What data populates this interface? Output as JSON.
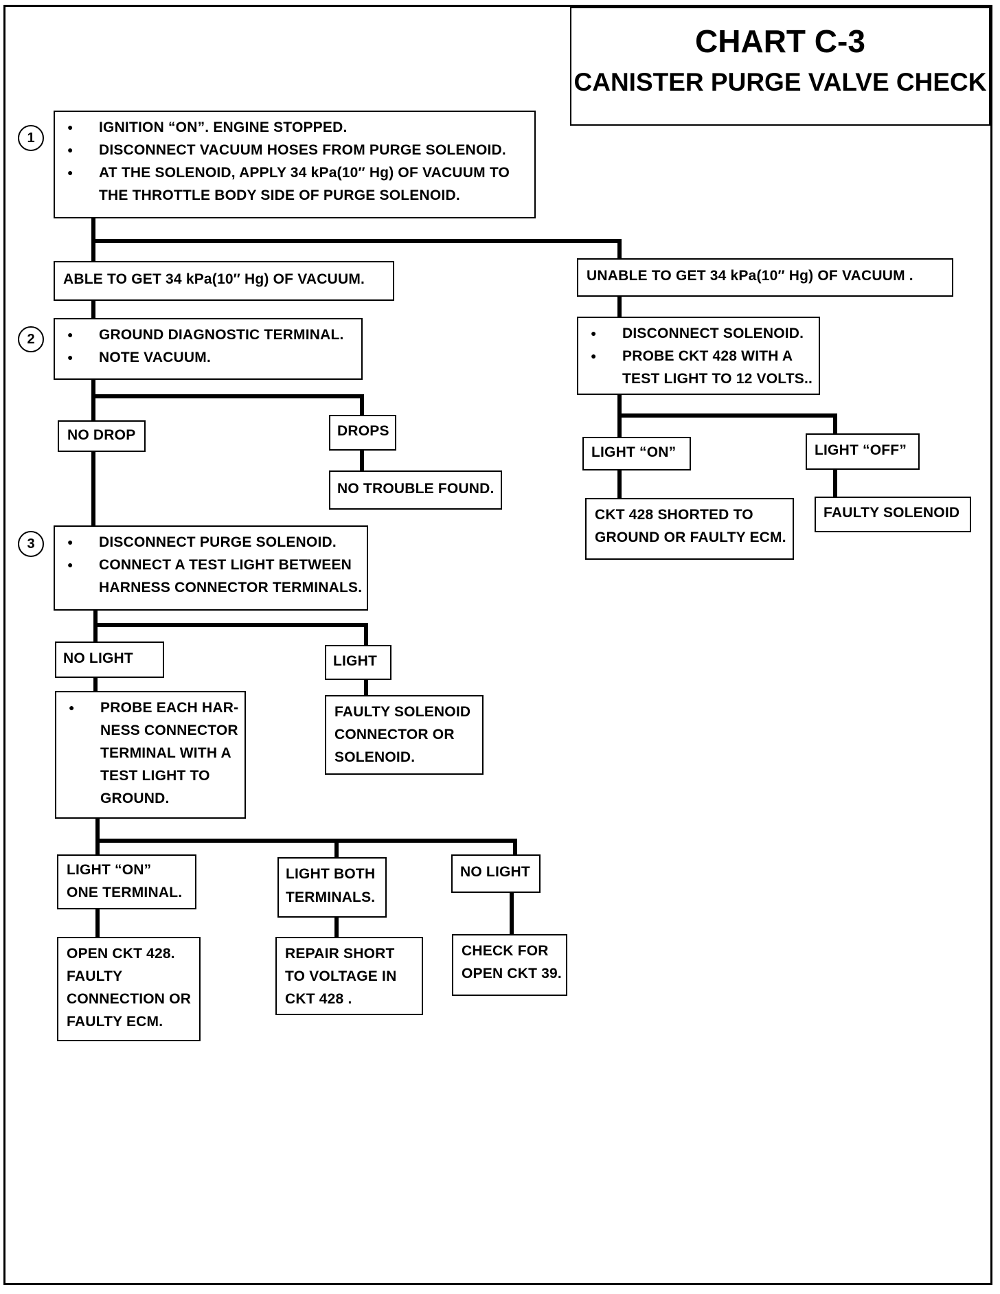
{
  "title": "CHART C-3",
  "subtitle": "CANISTER PURGE VALVE CHECK",
  "steps": [
    "1",
    "2",
    "3"
  ],
  "step1": [
    "IGNITION “ON”.  ENGINE STOPPED.",
    "DISCONNECT  VACUUM HOSES FROM PURGE  SOLENOID.",
    "AT THE SOLENOID,  APPLY 34 kPa(10″ Hg) OF VACUUM TO",
    "THE THROTTLE BODY SIDE OF PURGE SOLENOID."
  ],
  "able": "ABLE TO GET 34 kPa(10″ Hg) OF VACUUM.",
  "unable": "UNABLE TO GET 34 kPa(10″ Hg) OF VACUUM .",
  "step2": [
    "GROUND DIAGNOSTIC TERMINAL.",
    "NOTE VACUUM."
  ],
  "no_drop": "NO DROP",
  "drops": "DROPS",
  "no_trouble": "NO TROUBLE FOUND.",
  "step3": [
    "DISCONNECT PURGE SOLENOID.",
    "CONNECT A TEST LIGHT BETWEEN",
    "HARNESS CONNECTOR TERMINALS."
  ],
  "no_light": "NO LIGHT",
  "light": "LIGHT",
  "faulty_conn": [
    "FAULTY SOLENOID",
    "CONNECTOR OR",
    "SOLENOID."
  ],
  "probe_each": [
    "PROBE EACH HAR-",
    "NESS CONNECTOR",
    "TERMINAL WITH  A",
    "TEST LIGHT TO",
    "GROUND."
  ],
  "light_one": [
    "LIGHT “ON”",
    "ONE TERMINAL."
  ],
  "light_both": [
    "LIGHT BOTH",
    "TERMINALS."
  ],
  "no_light2": "NO LIGHT",
  "open_428": [
    "OPEN CKT 428.",
    "FAULTY",
    "CONNECTION OR",
    "FAULTY ECM."
  ],
  "repair_short": [
    "REPAIR SHORT",
    "TO VOLTAGE IN",
    "CKT 428 ."
  ],
  "check_39": [
    "CHECK FOR",
    "OPEN CKT 39."
  ],
  "right_probe": [
    "DISCONNECT SOLENOID.",
    "PROBE CKT 428 WITH A",
    "TEST LIGHT TO 12 VOLTS.."
  ],
  "light_on": "LIGHT “ON”",
  "light_off": "LIGHT “OFF”",
  "ckt_shorted": [
    "CKT 428 SHORTED TO",
    "GROUND OR FAULTY ECM."
  ],
  "faulty_solenoid": "FAULTY SOLENOID"
}
